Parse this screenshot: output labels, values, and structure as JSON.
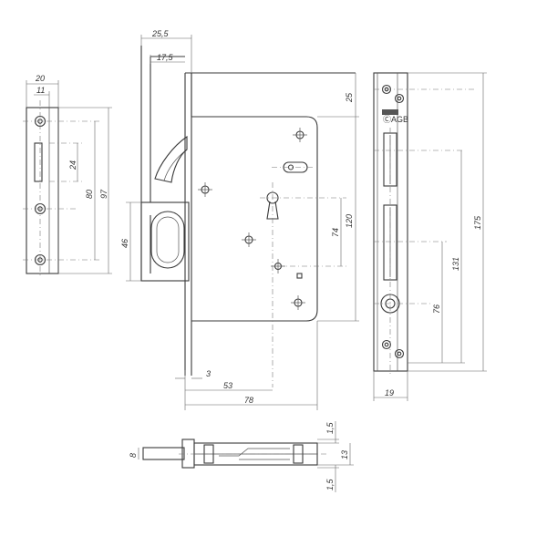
{
  "dimensions": {
    "strike_width": "20",
    "strike_offset": "11",
    "strike_hole_gap": "24",
    "strike_span": "80",
    "strike_height": "97",
    "latch_width": "25,5",
    "latch_depth": "17,5",
    "latch_height": "46",
    "top_offset": "25",
    "body_height": "120",
    "key_to_handle": "74",
    "front_gap": "3",
    "backset": "53",
    "body_width": "78",
    "plate_height": "175",
    "screw_span": "131",
    "cylinder_offset": "76",
    "plate_width": "19",
    "bolt_thick": "8",
    "edge_top": "1,5",
    "profile_height": "13",
    "edge_bottom": "1,5"
  },
  "plate_marking": "ⒸAGB"
}
